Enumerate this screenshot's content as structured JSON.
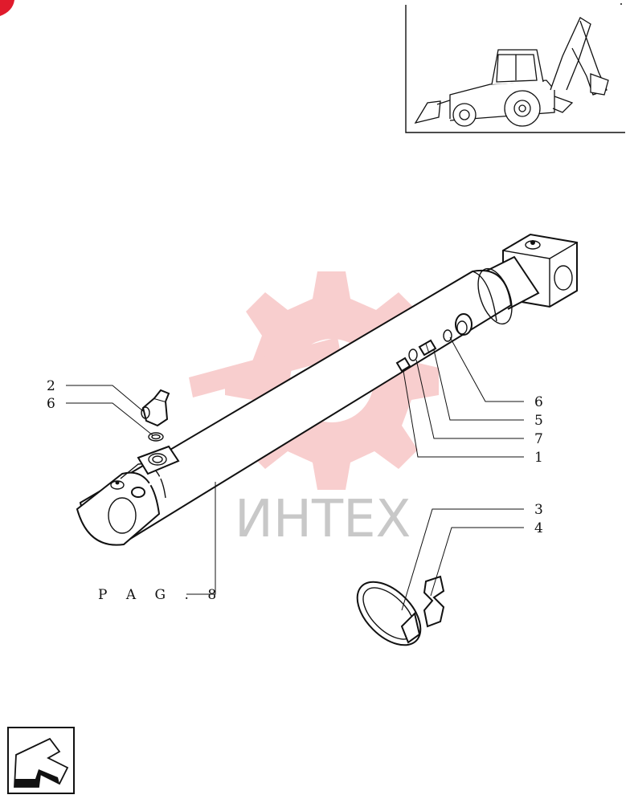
{
  "watermark": {
    "text": "ИНТЕХ"
  },
  "reference": {
    "text": "P A G . 8"
  },
  "callouts": {
    "left_2": "2",
    "left_6": "6",
    "right_6": "6",
    "right_5": "5",
    "right_7": "7",
    "right_1": "1",
    "right_3": "3",
    "right_4": "4"
  },
  "icons": {
    "thumbnail": "backhoe-loader-thumbnail",
    "nav": "return-arrow-icon",
    "corner_badge": "red-corner-badge"
  },
  "colors": {
    "watermark_gear": "#f7c6c6",
    "watermark_text": "#c8c8c8",
    "corner_badge": "#e01b2c"
  }
}
